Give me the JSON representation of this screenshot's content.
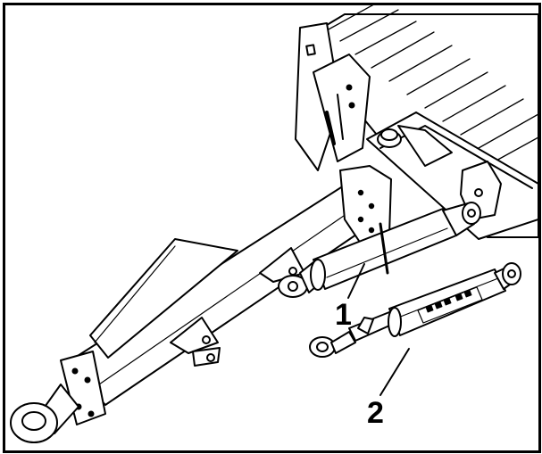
{
  "figure": {
    "callouts": [
      {
        "id": "1",
        "label": "1"
      },
      {
        "id": "2",
        "label": "2"
      }
    ],
    "colors": {
      "line": "#000000",
      "fill": "#ffffff",
      "shade": "#d8d8d8"
    }
  }
}
